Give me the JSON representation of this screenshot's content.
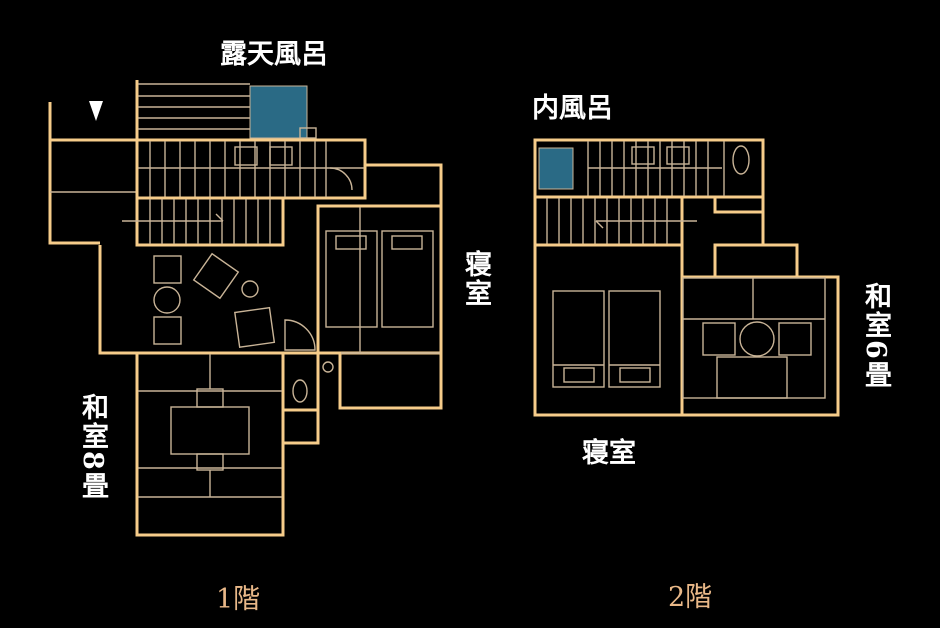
{
  "floors": [
    {
      "label": "1階",
      "rooms": {
        "outdoor_bath": "露天風呂",
        "bedroom": "寝室",
        "washitsu": "和室8畳"
      }
    },
    {
      "label": "2階",
      "rooms": {
        "indoor_bath": "内風呂",
        "bedroom": "寝室",
        "washitsu": "和室6畳"
      }
    }
  ],
  "colors": {
    "wall": "#f6cc8a",
    "fixture": "#c9b497",
    "bath_water": "#2a6a85",
    "floor_label": "#e9b888",
    "background": "#000000"
  },
  "icons": [
    "entrance-arrow-icon"
  ]
}
